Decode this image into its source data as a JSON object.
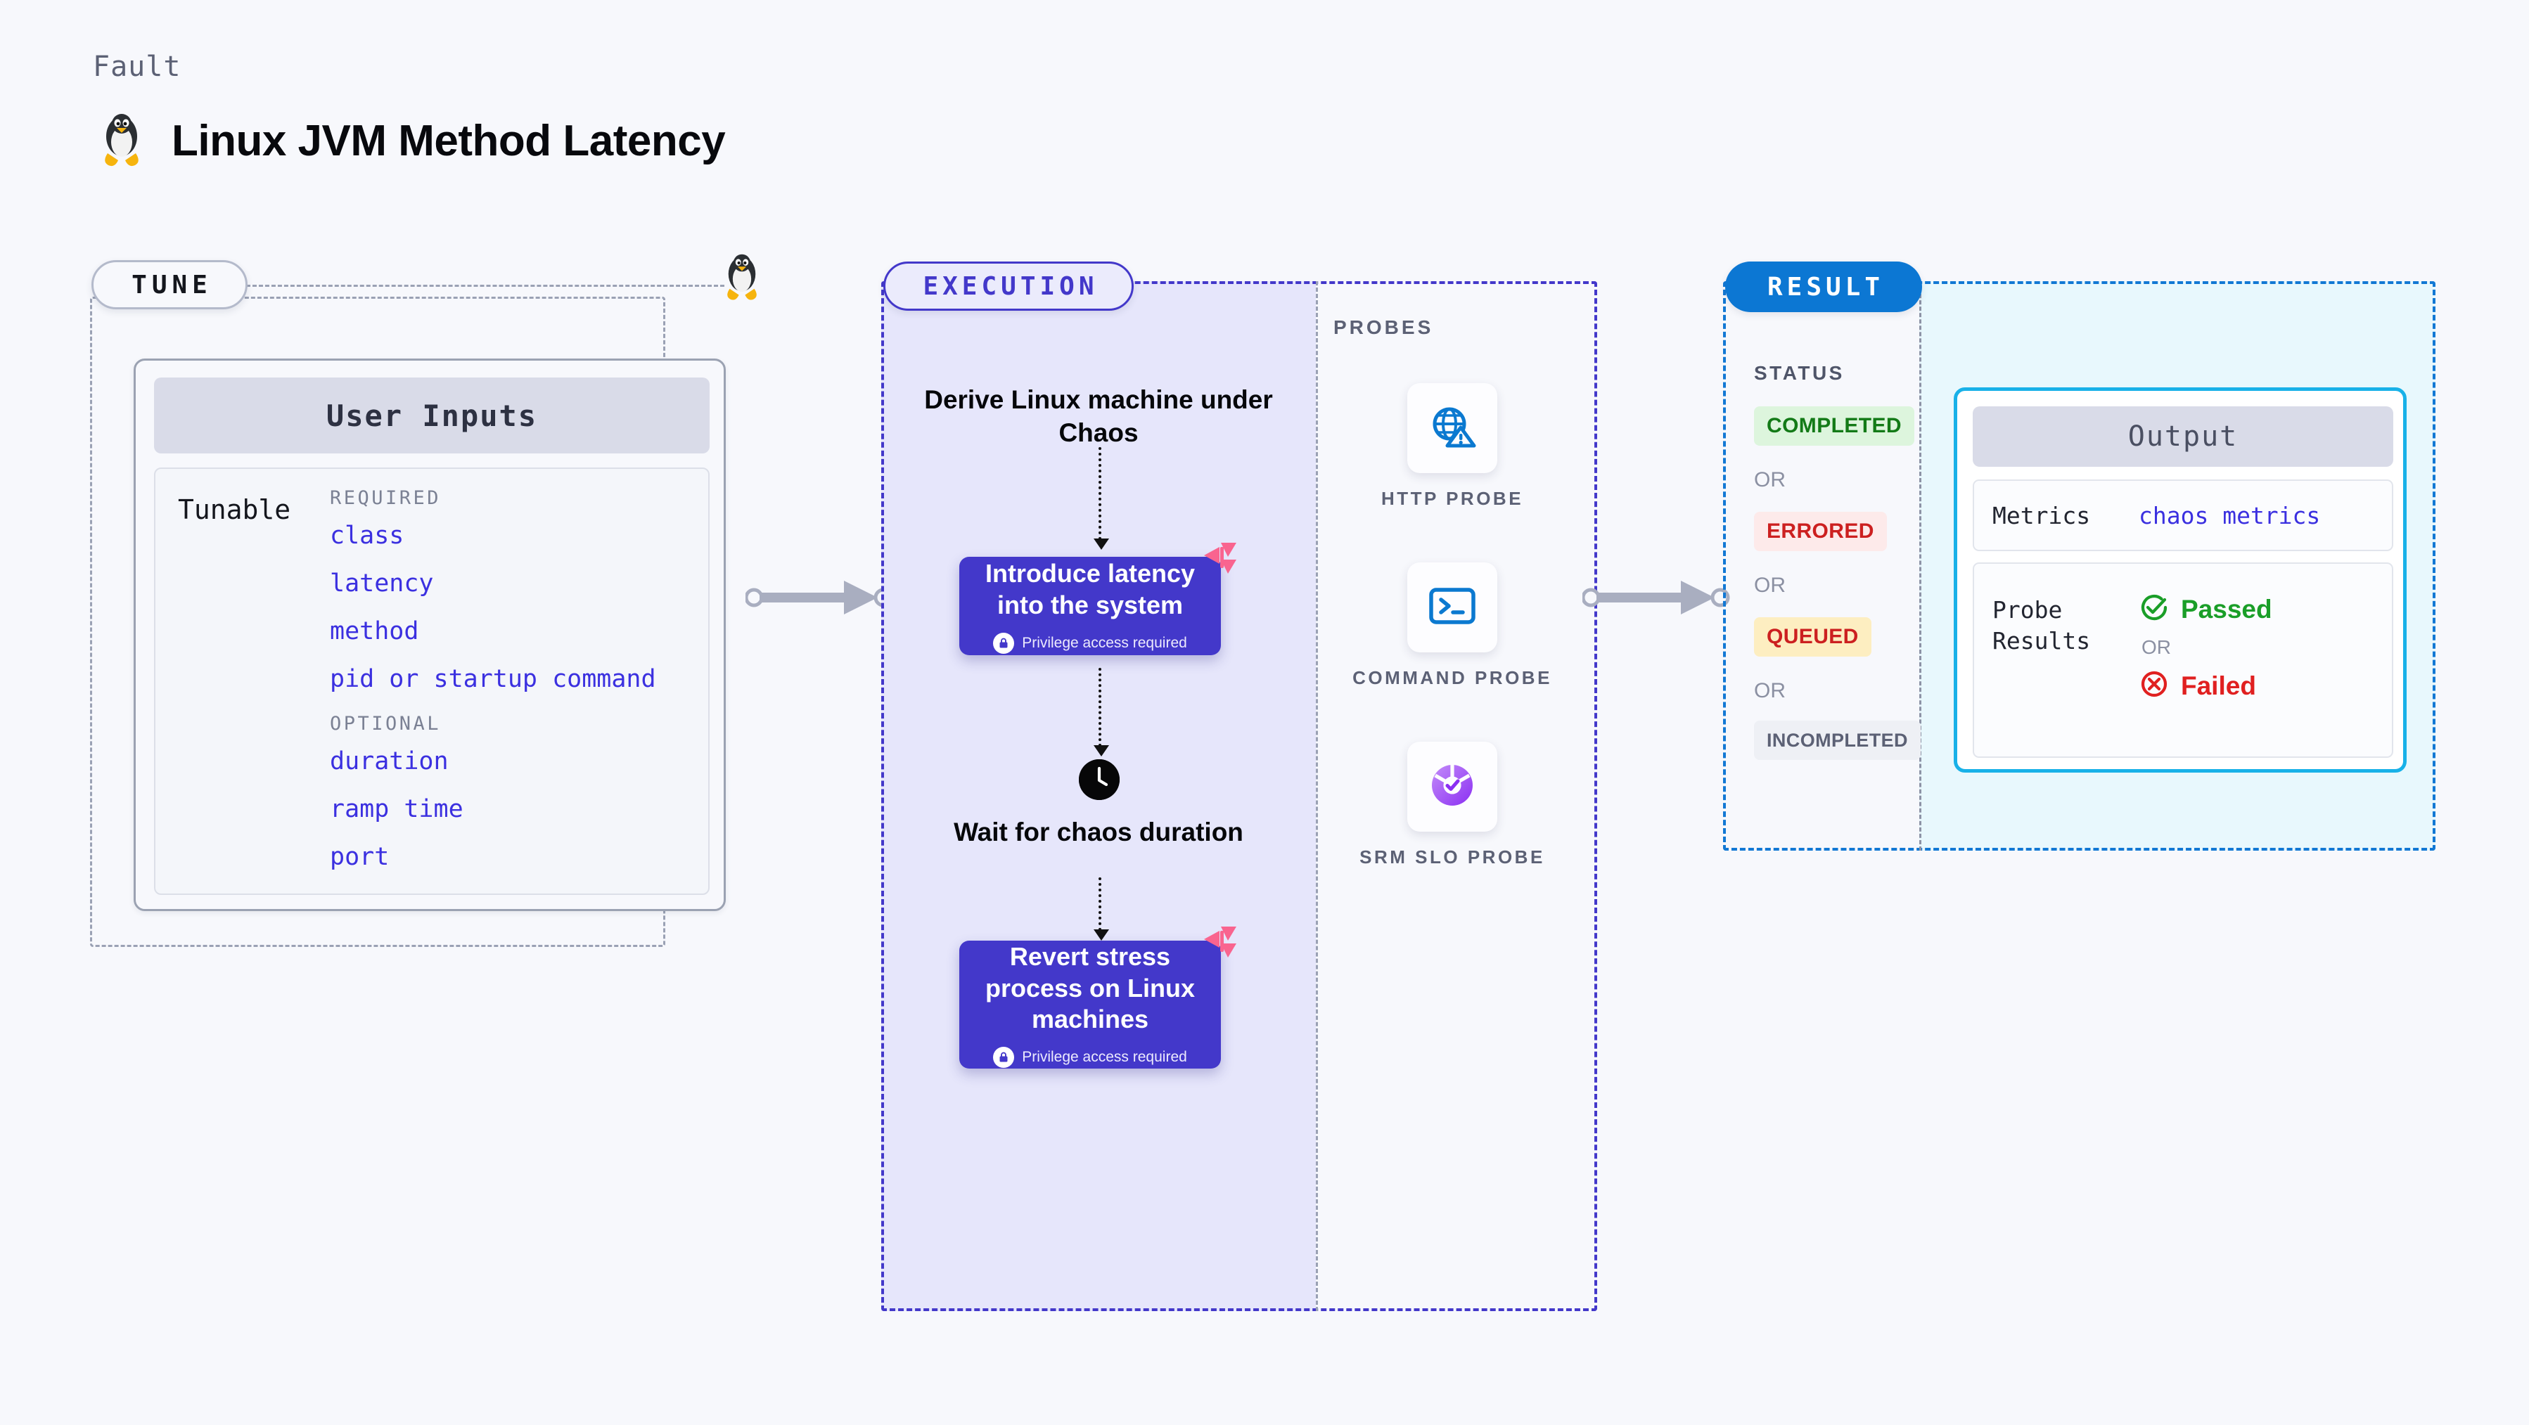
{
  "header": {
    "kicker": "Fault",
    "title": "Linux JVM Method Latency",
    "icon": "tux-penguin-icon"
  },
  "tune": {
    "pill_label": "TUNE",
    "corner_icon": "tux-penguin-icon",
    "card_title": "User Inputs",
    "tunable_label": "Tunable",
    "required_label": "REQUIRED",
    "optional_label": "OPTIONAL",
    "required_items": [
      "class",
      "latency",
      "method",
      "pid or startup command"
    ],
    "optional_items": [
      "duration",
      "ramp time",
      "port"
    ]
  },
  "execution": {
    "pill_label": "EXECUTION",
    "step_derive": "Derive Linux machine under Chaos",
    "step_wait": "Wait for chaos duration",
    "cards": [
      {
        "title": "Introduce latency into the system",
        "privilege": "Privilege access required",
        "badge_icon": "harness-logo-icon",
        "lock_icon": "lock-icon"
      },
      {
        "title": "Revert stress process on Linux machines",
        "privilege": "Privilege access required",
        "badge_icon": "harness-logo-icon",
        "lock_icon": "lock-icon"
      }
    ],
    "clock_icon": "clock-icon"
  },
  "probes": {
    "title": "PROBES",
    "items": [
      {
        "label": "HTTP PROBE",
        "icon": "globe-warning-icon",
        "color": "#0b79d0"
      },
      {
        "label": "COMMAND PROBE",
        "icon": "terminal-icon",
        "color": "#0b79d0"
      },
      {
        "label": "SRM SLO PROBE",
        "icon": "slo-donut-check-icon",
        "color": "#9b4dff"
      }
    ]
  },
  "result": {
    "pill_label": "RESULT",
    "status_title": "STATUS",
    "or_label": "OR",
    "statuses": [
      {
        "label": "COMPLETED",
        "bg": "#ddf5dd",
        "color": "#137a17"
      },
      {
        "label": "ERRORED",
        "bg": "#fdeaea",
        "color": "#cc2020"
      },
      {
        "label": "QUEUED",
        "bg": "#fdeec1",
        "color": "#cc2020"
      },
      {
        "label": "INCOMPLETED",
        "bg": "#eef0f5",
        "color": "#5c6175"
      }
    ],
    "output": {
      "title": "Output",
      "metrics_key": "Metrics",
      "metrics_value": "chaos metrics",
      "probe_results_key": "Probe Results",
      "passed_label": "Passed",
      "failed_label": "Failed",
      "or_label": "OR",
      "passed_icon": "check-circle-icon",
      "failed_icon": "x-circle-icon",
      "passed_color": "#1a9e28",
      "failed_color": "#e02020"
    }
  },
  "connectors": [
    {
      "name": "tune-to-execution"
    },
    {
      "name": "probes-to-result"
    }
  ]
}
